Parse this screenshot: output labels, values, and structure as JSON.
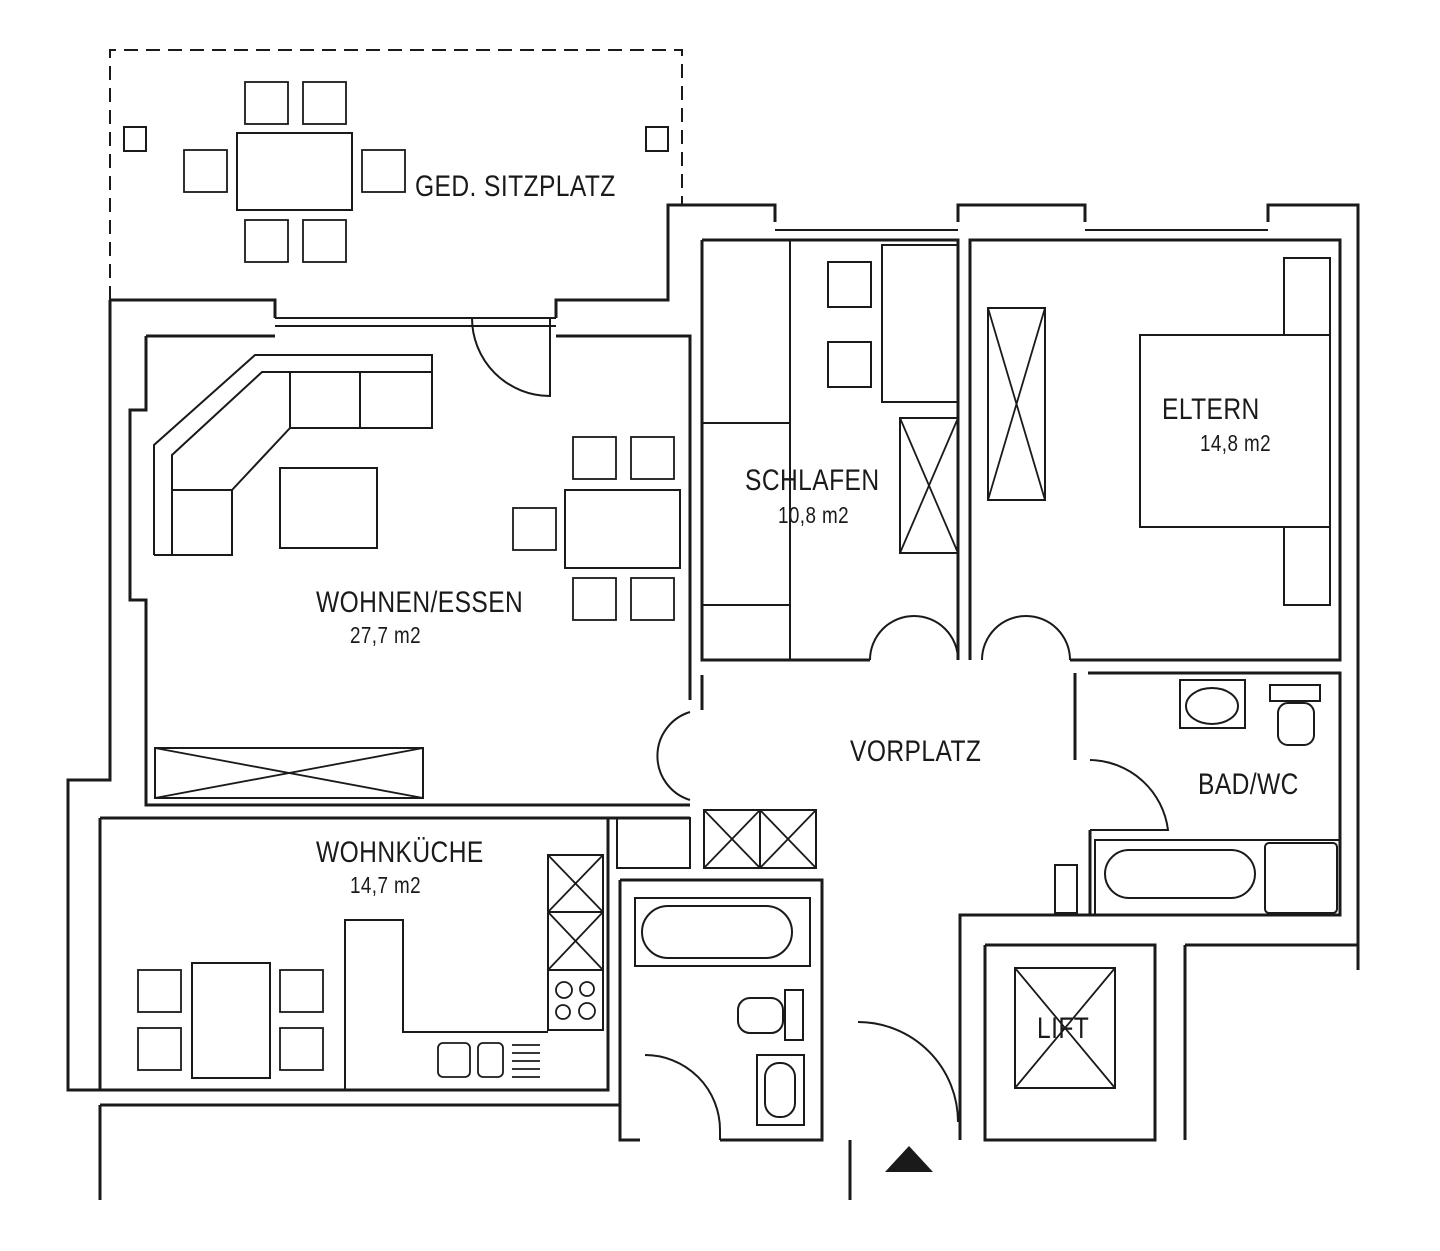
{
  "plan": {
    "type": "apartment-floor-plan",
    "units": "m2",
    "rooms": [
      {
        "id": "sitzplatz",
        "name": "GED. SITZPLATZ",
        "area": ""
      },
      {
        "id": "wohnen",
        "name": "WOHNEN/ESSEN",
        "area": "27,7 m2"
      },
      {
        "id": "schlafen",
        "name": "SCHLAFEN",
        "area": "10,8 m2"
      },
      {
        "id": "eltern",
        "name": "ELTERN",
        "area": "14,8 m2"
      },
      {
        "id": "vorplatz",
        "name": "VORPLATZ",
        "area": ""
      },
      {
        "id": "bad",
        "name": "BAD/WC",
        "area": ""
      },
      {
        "id": "kueche",
        "name": "WOHNKÜCHE",
        "area": "14,7 m2"
      },
      {
        "id": "lift",
        "name": "LIFT",
        "area": ""
      }
    ],
    "entrance_marker": "filled-triangle",
    "colors": {
      "line": "#1a1a1a",
      "background": "#ffffff"
    }
  }
}
